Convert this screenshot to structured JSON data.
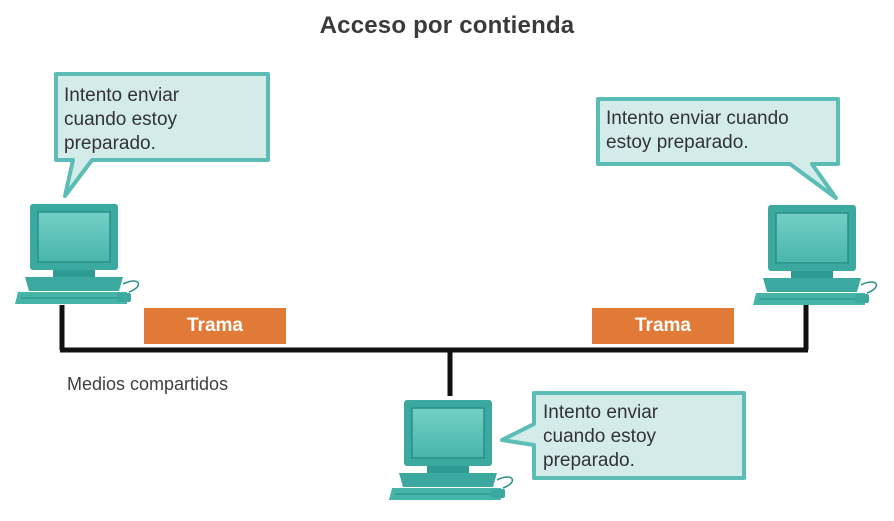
{
  "title": "Acceso por contienda",
  "media_label": "Medios compartidos",
  "frame_label": "Trama",
  "colors": {
    "bubble_fill": "#d3ecea",
    "bubble_border": "#5bbdb6",
    "computer_teal": "#3ba9a0",
    "computer_screen": "#5ec6bd",
    "frame_orange": "#e07a36",
    "bus_line": "#111111"
  },
  "nodes": [
    {
      "name": "left",
      "message": [
        "Intento enviar",
        "cuando estoy",
        "preparado."
      ]
    },
    {
      "name": "right",
      "message": [
        "Intento enviar cuando",
        "estoy preparado."
      ]
    },
    {
      "name": "bottom",
      "message": [
        "Intento enviar",
        "cuando estoy",
        "preparado."
      ]
    }
  ],
  "frames": [
    "Trama",
    "Trama"
  ]
}
